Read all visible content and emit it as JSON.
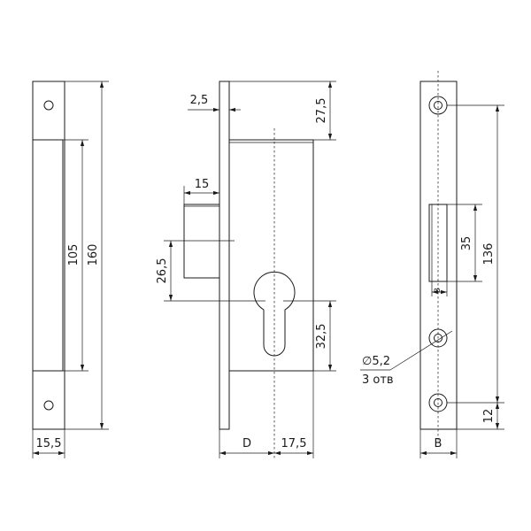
{
  "dimensions": {
    "left_width": "15,5",
    "left_height_total": "160",
    "left_height_inner": "105",
    "mid_faceplate_thickness": "2,5",
    "mid_top_offset": "27,5",
    "mid_bolt_width": "15",
    "mid_bolt_travel": "26,5",
    "mid_cylinder": "32,5",
    "mid_backset": "D",
    "mid_offset": "17,5",
    "right_hole_spacing": "136",
    "right_slot_height": "35",
    "right_slot_small": "8",
    "right_bottom_offset": "12",
    "right_width": "B",
    "hole_diameter": "∅5,2",
    "hole_count": "3 отв"
  }
}
